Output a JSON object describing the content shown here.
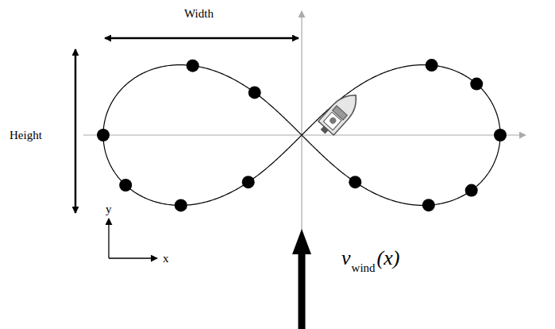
{
  "diagram": {
    "labels": [
      "Width",
      "Height",
      "y",
      "x",
      "v",
      "wind",
      "(x)"
    ]
  }
}
